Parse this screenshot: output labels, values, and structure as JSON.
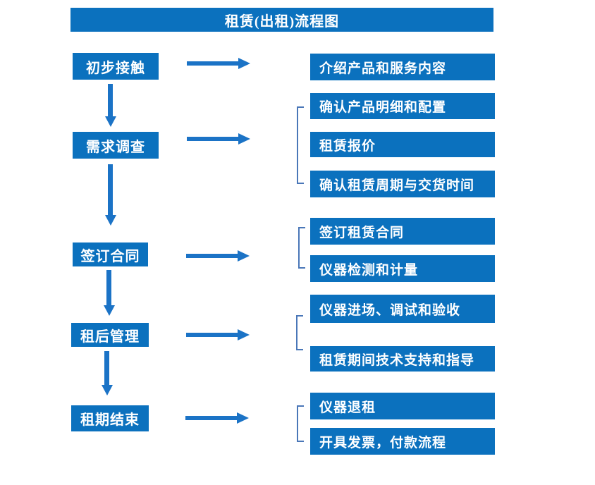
{
  "title": "租赁(出租)流程图",
  "colors": {
    "box_blue": "#0b71be",
    "arrow_blue": "#1b73c6",
    "bracket_blue": "#4a77b8",
    "text_white": "#ffffff",
    "background": "#ffffff"
  },
  "steps": [
    {
      "label": "初步接触",
      "details": [
        "介绍产品和服务内容"
      ]
    },
    {
      "label": "需求调查",
      "details": [
        "确认产品明细和配置",
        "租赁报价",
        "确认租赁周期与交货时间"
      ]
    },
    {
      "label": "签订合同",
      "details": [
        "签订租赁合同",
        "仪器检测和计量"
      ]
    },
    {
      "label": "租后管理",
      "details": [
        "仪器进场、调试和验收",
        "租赁期间技术支持和指导"
      ]
    },
    {
      "label": "租期结束",
      "details": [
        "仪器退租",
        "开具发票，付款流程"
      ]
    }
  ]
}
